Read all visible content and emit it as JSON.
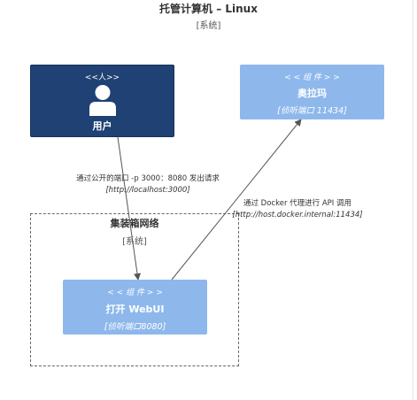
{
  "diagram": {
    "title": "托管计算机 – Linux",
    "subtitle": "[系统]"
  },
  "boundary": {
    "title": "集装箱网络",
    "subtitle": "[系统]"
  },
  "nodes": {
    "user": {
      "stereotype": "<<人>>",
      "name": "用户",
      "icon": "person-icon"
    },
    "ollama": {
      "stereotype": "< < 组 件 > >",
      "name": "奥拉玛",
      "description": "[侦听端口 11434]"
    },
    "webui": {
      "stereotype": "< < 组 件 > >",
      "name": "打开 WebUI",
      "description": "[侦听端口8080]"
    }
  },
  "edges": [
    {
      "label": "通过公开的端口 -p 3000：8080 发出请求",
      "technology": "[http://localhost:3000]"
    },
    {
      "label": "通过 Docker 代理进行 API 调用",
      "technology": "[http://host.docker.internal:11434]"
    }
  ],
  "colors": {
    "person": "#1f4174",
    "component": "#8eb8ec",
    "edge": "#555555"
  }
}
